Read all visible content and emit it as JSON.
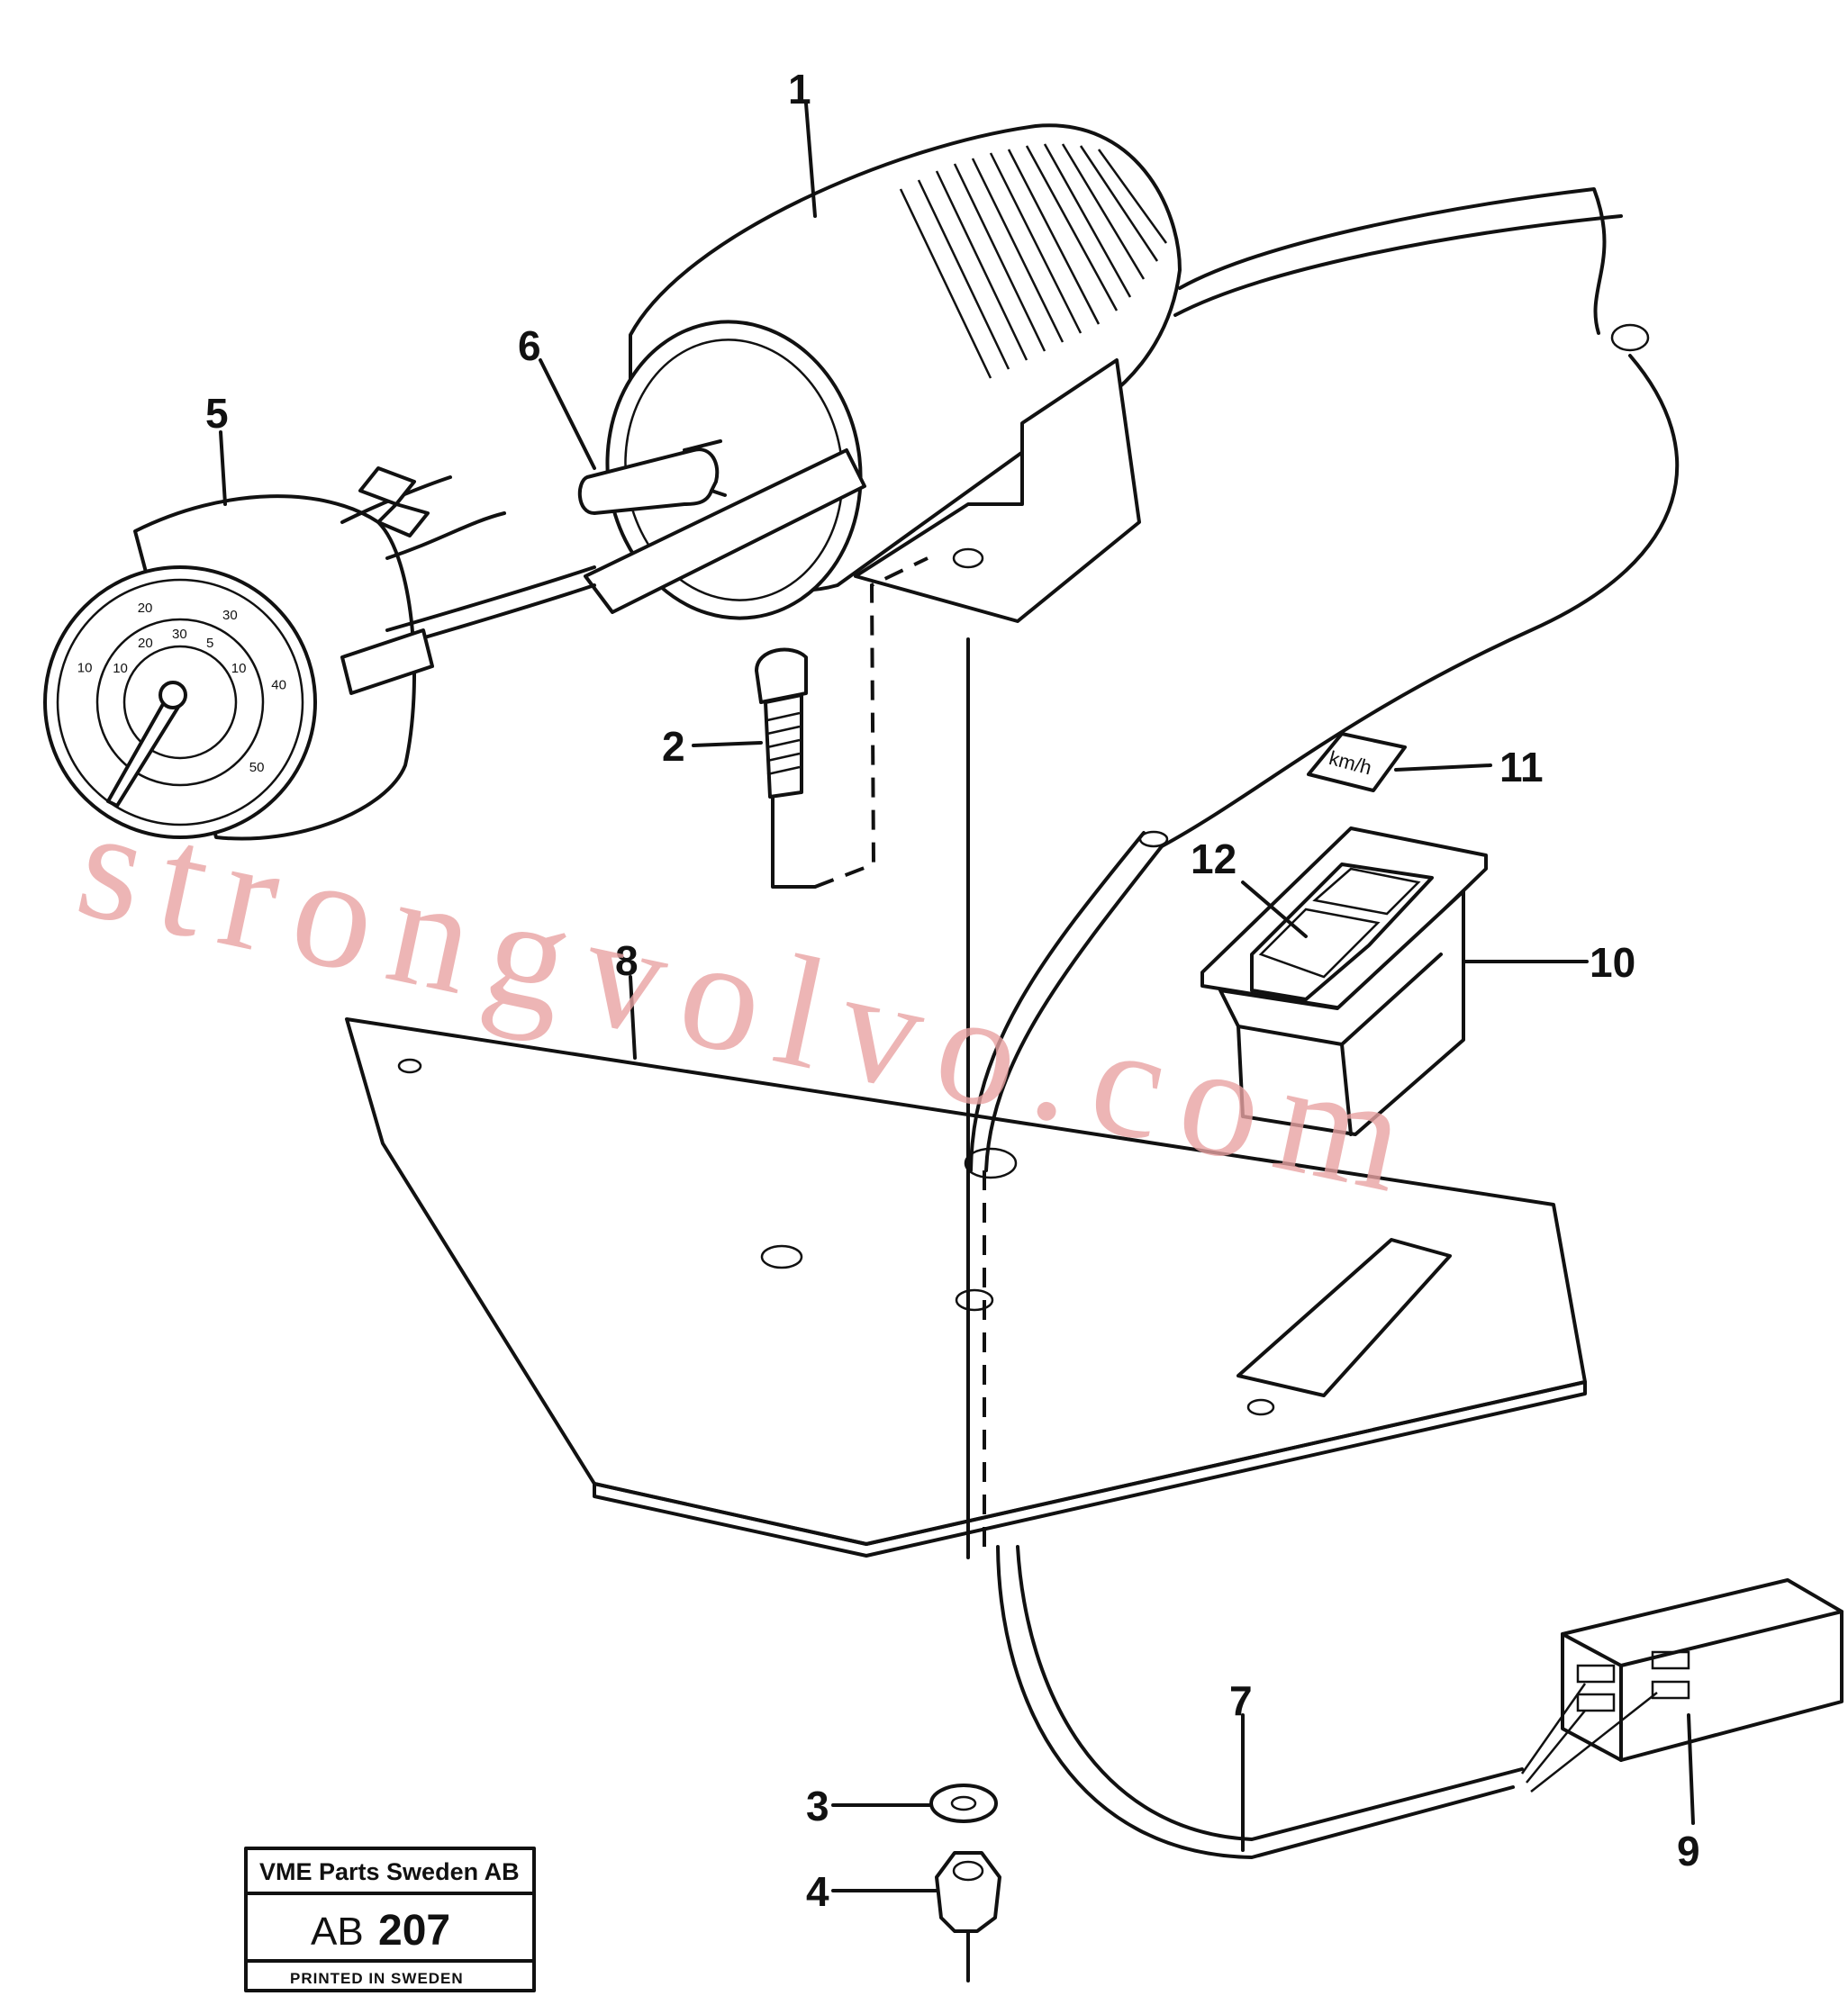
{
  "callouts": [
    {
      "id": "1",
      "label": "1"
    },
    {
      "id": "2",
      "label": "2"
    },
    {
      "id": "3",
      "label": "3"
    },
    {
      "id": "4",
      "label": "4"
    },
    {
      "id": "5",
      "label": "5"
    },
    {
      "id": "6",
      "label": "6"
    },
    {
      "id": "7",
      "label": "7"
    },
    {
      "id": "8",
      "label": "8"
    },
    {
      "id": "9",
      "label": "9"
    },
    {
      "id": "10",
      "label": "10"
    },
    {
      "id": "11",
      "label": "11"
    },
    {
      "id": "12",
      "label": "12"
    }
  ],
  "watermark": "strongvolvo.com",
  "stamp": {
    "company": "VME Parts Sweden AB",
    "code_prefix": "AB",
    "code_number": "207",
    "printed": "PRINTED IN SWEDEN"
  },
  "label_km": "km/h",
  "speedometer_scale": [
    "10",
    "20",
    "30",
    "40",
    "50",
    "10",
    "20",
    "30",
    "5",
    "10"
  ]
}
